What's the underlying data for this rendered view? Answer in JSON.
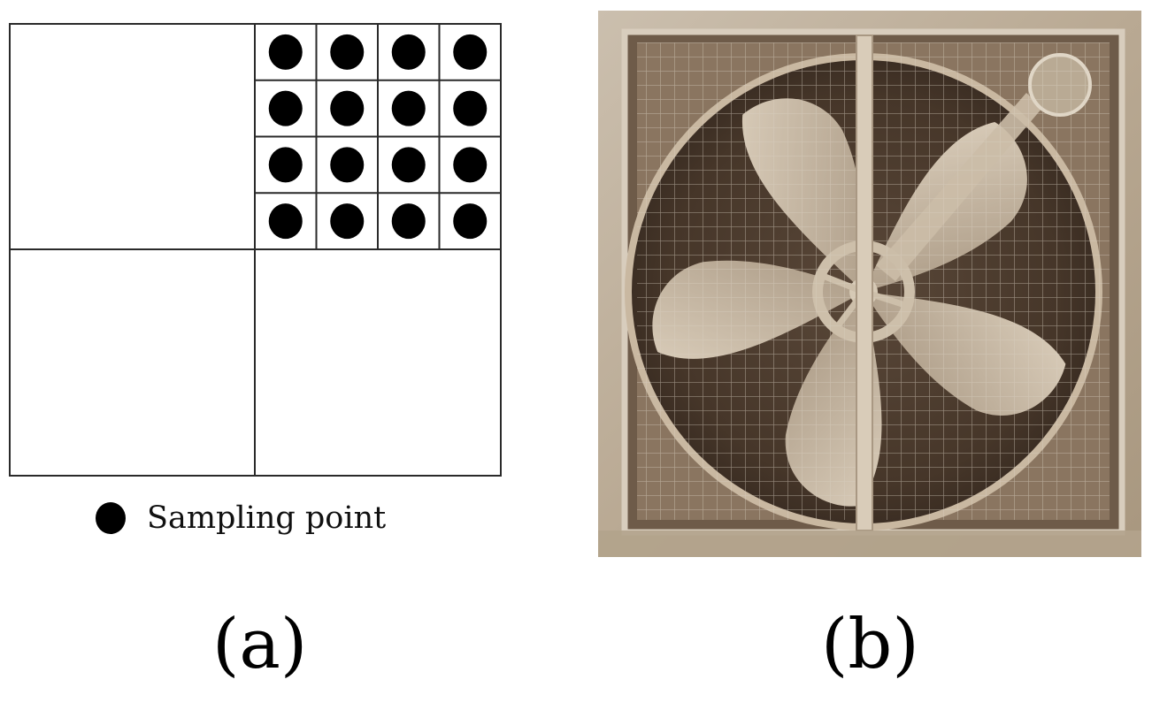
{
  "panels": [
    {
      "id": "a",
      "label": "(a)",
      "legend": {
        "marker": "filled-circle",
        "text": "Sampling point"
      },
      "diagram": {
        "quadrants": 4,
        "sampled_quadrant": "top-right",
        "grid_rows": 4,
        "grid_cols": 4,
        "sampling_points": 16
      }
    },
    {
      "id": "b",
      "label": "(b)",
      "photo_subject": "exhaust-fan"
    }
  ],
  "colors": {
    "line": "#2a2a2a",
    "dot": "#000000",
    "frame": "#c9bba6",
    "wall": "#b7a893",
    "duct": "#4a3a2e",
    "blade": "#c8b9a4",
    "mesh": "#d9cfc0"
  }
}
